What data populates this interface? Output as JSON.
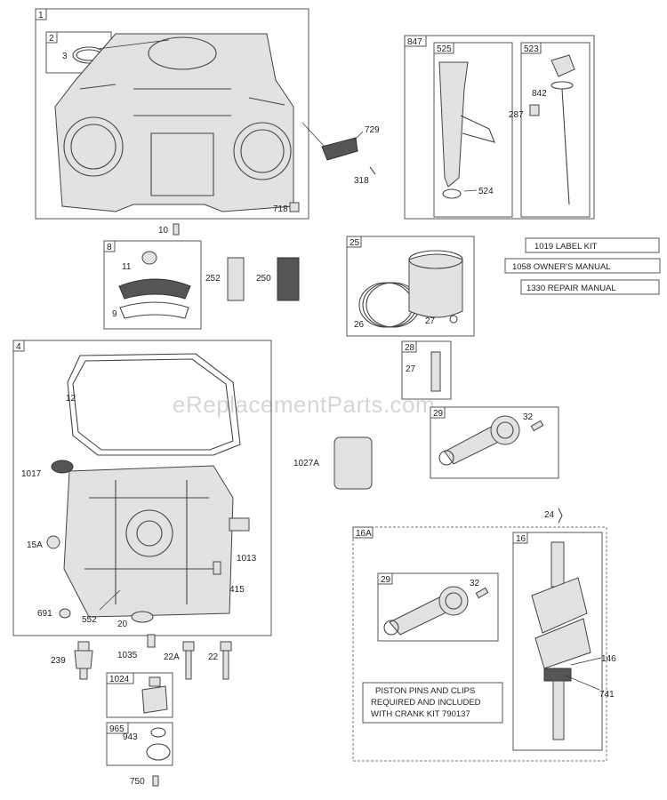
{
  "watermark": "eReplacementParts.com",
  "groups": {
    "g1": "1",
    "g2": "2",
    "g847": "847",
    "g525": "525",
    "g523": "523",
    "g8": "8",
    "g25": "25",
    "g4": "4",
    "g28": "28",
    "g29a": "29",
    "g16A": "16A",
    "g29b": "29",
    "g16": "16",
    "g1024": "1024",
    "g965": "965"
  },
  "parts": {
    "p3": "3",
    "p729": "729",
    "p318": "318",
    "p718": "718",
    "p10": "10",
    "p524": "524",
    "p842": "842",
    "p287": "287",
    "p11": "11",
    "p9": "9",
    "p252": "252",
    "p250": "250",
    "p26": "26",
    "p27a": "27",
    "p27b": "27",
    "p12": "12",
    "p1017": "1017",
    "p15A": "15A",
    "p691": "691",
    "p552": "552",
    "p20": "20",
    "p1013": "1013",
    "p415": "415",
    "p1027A": "1027A",
    "p32a": "32",
    "p32b": "32",
    "p24": "24",
    "p146": "146",
    "p741": "741",
    "p239": "239",
    "p1035": "1035",
    "p22A": "22A",
    "p22": "22",
    "p943": "943",
    "p750": "750"
  },
  "manuals": [
    "1019 LABEL KIT",
    "1058 OWNER'S MANUAL",
    "1330 REPAIR MANUAL"
  ],
  "note_lines": [
    "PISTON PINS AND CLIPS",
    "REQUIRED AND INCLUDED",
    "WITH CRANK KIT 790137"
  ]
}
